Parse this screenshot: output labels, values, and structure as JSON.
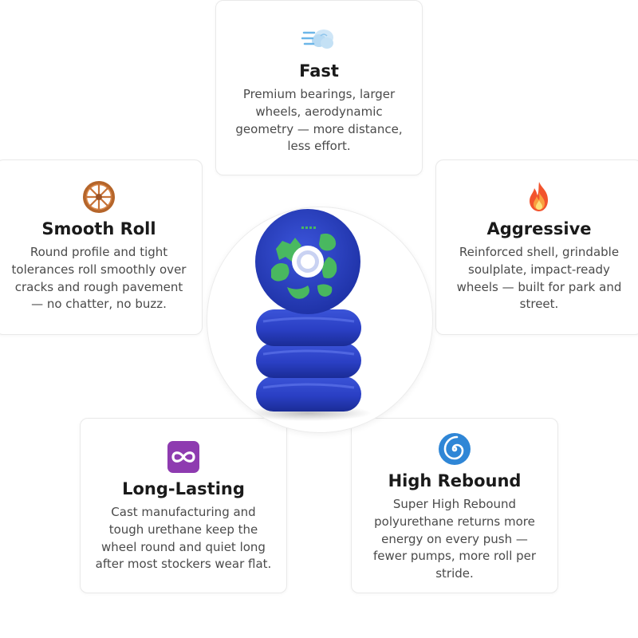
{
  "features": {
    "fast": {
      "icon": "dash-wind-icon",
      "title": "Fast",
      "description": "Premium bearings, larger wheels, aerodynamic geometry — more distance, less effort."
    },
    "smooth_roll": {
      "icon": "wagon-wheel-icon",
      "title": "Smooth Roll",
      "description": "Round profile and tight tolerances roll smoothly over cracks and rough pavement — no chatter, no buzz."
    },
    "aggressive": {
      "icon": "fire-icon",
      "title": "Aggressive",
      "description": "Reinforced shell, grindable soulplate, impact-ready wheels — built for park and street."
    },
    "long_lasting": {
      "icon": "infinity-icon",
      "title": "Long-Lasting",
      "description": "Cast manufacturing and tough urethane keep the wheel round and quiet long after most stockers wear flat."
    },
    "high_rebound": {
      "icon": "cyclone-icon",
      "title": "High Rebound",
      "description": "Super High Rebound polyurethane returns more energy on every push — fewer pumps, more roll per stride."
    }
  },
  "colors": {
    "wheel_blue": "#2a3fc4",
    "wheel_graphic_green": "#4bbf5a",
    "card_border": "#e9e9e9"
  }
}
